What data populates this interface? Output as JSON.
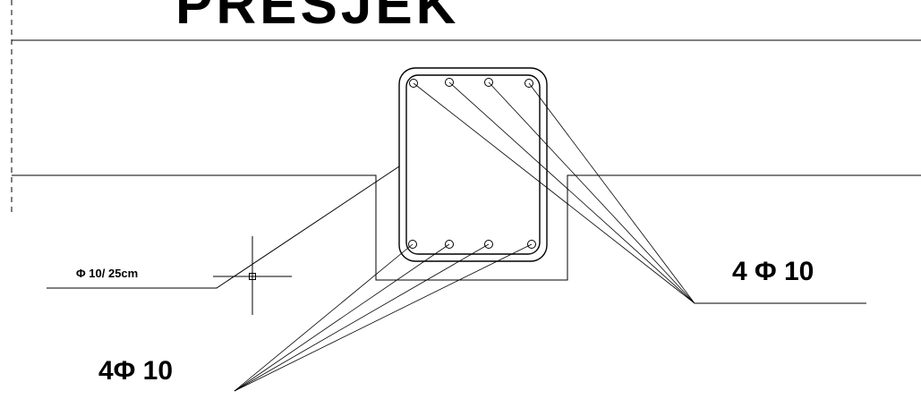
{
  "drawing": {
    "title": "PRESJEK",
    "labels": {
      "top_bars": "4 Φ 10",
      "bottom_bars": "4Φ 10",
      "stirrups": "Φ 10/ 25cm"
    }
  }
}
